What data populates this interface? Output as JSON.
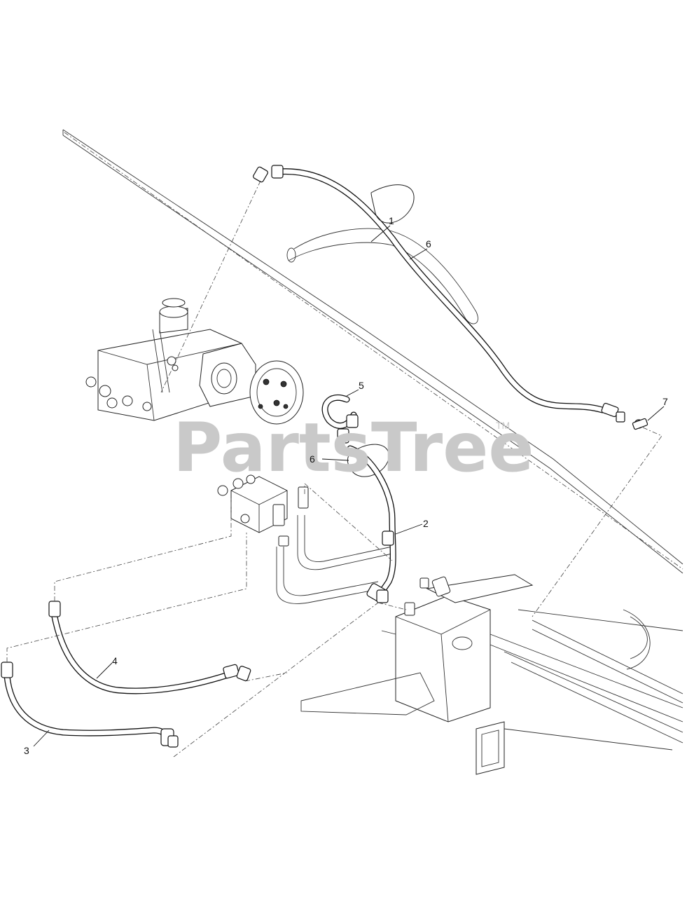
{
  "watermark": {
    "text": "PartsTree",
    "trademark": "TM"
  },
  "callouts": [
    {
      "id": "c1",
      "label": "1"
    },
    {
      "id": "c6a",
      "label": "6"
    },
    {
      "id": "c5",
      "label": "5"
    },
    {
      "id": "c7",
      "label": "7"
    },
    {
      "id": "c6b",
      "label": "6"
    },
    {
      "id": "c2",
      "label": "2"
    },
    {
      "id": "c4",
      "label": "4"
    },
    {
      "id": "c3",
      "label": "3"
    }
  ]
}
